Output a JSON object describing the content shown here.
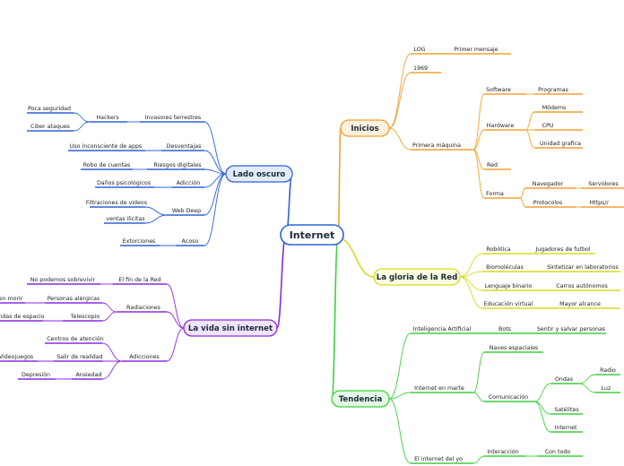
{
  "central": {
    "label": "Internet",
    "color": "#2b64d8"
  },
  "branches": [
    {
      "key": "inicios",
      "label": "Inicios",
      "color": "#f0a030",
      "fill": "#fdf1dd",
      "nodes": [
        {
          "key": "log",
          "label": "LOG"
        },
        {
          "key": "primer-mensaje",
          "label": "Primer mensaje"
        },
        {
          "key": "1969",
          "label": "1969"
        },
        {
          "key": "primera-maquina",
          "label": "Primera máquina"
        },
        {
          "key": "software",
          "label": "Software"
        },
        {
          "key": "programas",
          "label": "Programas"
        },
        {
          "key": "hardware",
          "label": "Hardware"
        },
        {
          "key": "modems",
          "label": "Módems"
        },
        {
          "key": "cpu",
          "label": "CPU"
        },
        {
          "key": "unidad-grafica",
          "label": "Unidad grafica"
        },
        {
          "key": "red",
          "label": "Red"
        },
        {
          "key": "forma",
          "label": "Forma"
        },
        {
          "key": "navegador",
          "label": "Navegador"
        },
        {
          "key": "servidores",
          "label": "Servidores"
        },
        {
          "key": "protocolos",
          "label": "Protocolos"
        },
        {
          "key": "https",
          "label": "Https//"
        }
      ]
    },
    {
      "key": "gloria",
      "label": "La gloria de la Red",
      "color": "#d8dc1e",
      "fill": "#fbfbe0",
      "nodes": [
        {
          "key": "robotica",
          "label": "Robótica"
        },
        {
          "key": "jugadores-futbol",
          "label": "Jugadores de futbol"
        },
        {
          "key": "biomoleculas",
          "label": "Biomoléculas"
        },
        {
          "key": "sintetizar",
          "label": "Sintetizar en laboratorios"
        },
        {
          "key": "lenguaje-binario",
          "label": "Lenguaje binario"
        },
        {
          "key": "carros-autonomos",
          "label": "Carros autónomos"
        },
        {
          "key": "educacion-virtual",
          "label": "Educación virtual"
        },
        {
          "key": "mayor-alcance",
          "label": "Mayor alcance"
        }
      ]
    },
    {
      "key": "tendencia",
      "label": "Tendencia",
      "color": "#3fcf3f",
      "fill": "#e6f9e6",
      "nodes": [
        {
          "key": "inteligencia-artificial",
          "label": "Inteligencia Artificial"
        },
        {
          "key": "bots",
          "label": "Bots"
        },
        {
          "key": "sentir",
          "label": "Sentir y salvar personas"
        },
        {
          "key": "internet-marte",
          "label": "Internet en marte"
        },
        {
          "key": "naves-espaciales",
          "label": "Naves espaciales"
        },
        {
          "key": "comunicacion",
          "label": "Comunicación"
        },
        {
          "key": "ondas",
          "label": "Ondas"
        },
        {
          "key": "radio",
          "label": "Radio"
        },
        {
          "key": "luz",
          "label": "Luz"
        },
        {
          "key": "satelites",
          "label": "Satélites"
        },
        {
          "key": "internet",
          "label": "Internet"
        },
        {
          "key": "internet-del-yo",
          "label": "El internet del yo"
        },
        {
          "key": "interaccion",
          "label": "Interacción"
        },
        {
          "key": "con-todo",
          "label": "Con todo"
        }
      ]
    },
    {
      "key": "vida-sin-internet",
      "label": "La vida sin internet",
      "color": "#8a2be2",
      "fill": "#efe4f7",
      "nodes": [
        {
          "key": "fin-de-la-red",
          "label": "El fin de la Red"
        },
        {
          "key": "no-sobrevivir",
          "label": "No podemos sobrevivir"
        },
        {
          "key": "radiaciones",
          "label": "Radiaciones"
        },
        {
          "key": "personas-alergicas",
          "label": "Personas alérgicas"
        },
        {
          "key": "morir",
          "label": "en morir"
        },
        {
          "key": "telescopio",
          "label": "Telescopio"
        },
        {
          "key": "ondas-espacio",
          "label": "ondas de espacio"
        },
        {
          "key": "adicciones",
          "label": "Adicciones"
        },
        {
          "key": "centros-atencion",
          "label": "Centros de atención"
        },
        {
          "key": "salir-realidad",
          "label": "Salir de realidad"
        },
        {
          "key": "videojuegos",
          "label": "Videojuegos"
        },
        {
          "key": "ansiedad",
          "label": "Ansiedad"
        },
        {
          "key": "depresion",
          "label": "Depresión"
        }
      ]
    },
    {
      "key": "lado-oscuro",
      "label": "Lado oscuro",
      "color": "#2f62d6",
      "fill": "#e3ebfb",
      "nodes": [
        {
          "key": "invasores",
          "label": "Invasores terrestres"
        },
        {
          "key": "hackers",
          "label": "Hackers"
        },
        {
          "key": "poca-seguridad",
          "label": "Poca seguridad"
        },
        {
          "key": "ciber-ataques",
          "label": "Ciber ataques"
        },
        {
          "key": "desventajas",
          "label": "Desventajas"
        },
        {
          "key": "uso-inconsciente",
          "label": "Uso inconsciente de apps"
        },
        {
          "key": "riesgos-digitales",
          "label": "Riesgos digitales"
        },
        {
          "key": "robo-cuentas",
          "label": "Robo de cuentas"
        },
        {
          "key": "adiccion",
          "label": "Adicción"
        },
        {
          "key": "danos-psicologicos",
          "label": "Daños psicológicos"
        },
        {
          "key": "web-deep",
          "label": "Web Deep"
        },
        {
          "key": "filtraciones",
          "label": "Filtraciones de videos"
        },
        {
          "key": "ventas-ilicitas",
          "label": "ventas ilicitas"
        },
        {
          "key": "acoso",
          "label": "Acoso"
        },
        {
          "key": "extorciones",
          "label": "Extorciones"
        }
      ]
    }
  ]
}
